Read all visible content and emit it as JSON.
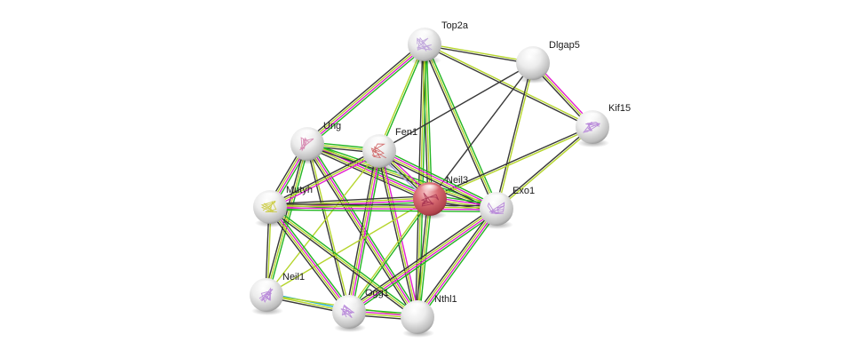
{
  "diagram": {
    "type": "protein-interaction-network",
    "focus_node": "Neil3",
    "edge_colors": {
      "experiments": "#e21fd0",
      "databases": "#1fb1d3",
      "textmining": "#b5d52b",
      "coexpression": "#383838",
      "neighborhood": "#22b522",
      "homology": "#a9a3e6"
    },
    "node_colors": {
      "query": "#d0585f",
      "default": "#e6e6e6"
    },
    "nodes": [
      {
        "id": "Top2a",
        "label": "Top2a",
        "query": false,
        "structure_color": "#b99bd8"
      },
      {
        "id": "Dlgap5",
        "label": "Dlgap5",
        "query": false,
        "structure_color": null
      },
      {
        "id": "Kif15",
        "label": "Kif15",
        "query": false,
        "structure_color": "#b07ad6"
      },
      {
        "id": "Ung",
        "label": "Ung",
        "query": false,
        "structure_color": "#d27aa8"
      },
      {
        "id": "Fen1",
        "label": "Fen1",
        "query": false,
        "structure_color": "#cc5a5a"
      },
      {
        "id": "Neil3",
        "label": "Neil3",
        "query": true,
        "structure_color": "#a3304f"
      },
      {
        "id": "Exo1",
        "label": "Exo1",
        "query": false,
        "structure_color": "#b07ad6"
      },
      {
        "id": "Mutyh",
        "label": "Mutyh",
        "query": false,
        "structure_color": "#c8c832"
      },
      {
        "id": "Neil1",
        "label": "Neil1",
        "query": false,
        "structure_color": "#b07ad6"
      },
      {
        "id": "Ogg1",
        "label": "Ogg1",
        "query": false,
        "structure_color": "#b07ad6"
      },
      {
        "id": "Nthl1",
        "label": "Nthl1",
        "query": false,
        "structure_color": null
      }
    ],
    "edges": [
      {
        "source": "Top2a",
        "target": "Dlgap5",
        "evidence": [
          "textmining",
          "coexpression"
        ]
      },
      {
        "source": "Top2a",
        "target": "Kif15",
        "evidence": [
          "textmining",
          "coexpression"
        ]
      },
      {
        "source": "Top2a",
        "target": "Ung",
        "evidence": [
          "textmining",
          "coexpression",
          "experiments",
          "neighborhood"
        ]
      },
      {
        "source": "Top2a",
        "target": "Fen1",
        "evidence": [
          "textmining",
          "neighborhood"
        ]
      },
      {
        "source": "Top2a",
        "target": "Neil3",
        "evidence": [
          "textmining",
          "coexpression",
          "neighborhood"
        ]
      },
      {
        "source": "Top2a",
        "target": "Exo1",
        "evidence": [
          "textmining",
          "coexpression",
          "neighborhood"
        ]
      },
      {
        "source": "Top2a",
        "target": "Nthl1",
        "evidence": [
          "textmining",
          "coexpression",
          "neighborhood"
        ]
      },
      {
        "source": "Dlgap5",
        "target": "Kif15",
        "evidence": [
          "experiments",
          "textmining",
          "coexpression"
        ]
      },
      {
        "source": "Dlgap5",
        "target": "Fen1",
        "evidence": [
          "coexpression"
        ]
      },
      {
        "source": "Dlgap5",
        "target": "Neil3",
        "evidence": [
          "coexpression"
        ]
      },
      {
        "source": "Dlgap5",
        "target": "Exo1",
        "evidence": [
          "textmining",
          "coexpression"
        ]
      },
      {
        "source": "Kif15",
        "target": "Exo1",
        "evidence": [
          "textmining",
          "coexpression"
        ]
      },
      {
        "source": "Kif15",
        "target": "Neil3",
        "evidence": [
          "textmining",
          "coexpression"
        ]
      },
      {
        "source": "Ung",
        "target": "Fen1",
        "evidence": [
          "textmining",
          "coexpression",
          "neighborhood"
        ]
      },
      {
        "source": "Ung",
        "target": "Neil3",
        "evidence": [
          "textmining",
          "experiments",
          "coexpression",
          "neighborhood"
        ]
      },
      {
        "source": "Ung",
        "target": "Exo1",
        "evidence": [
          "textmining",
          "coexpression",
          "neighborhood"
        ]
      },
      {
        "source": "Ung",
        "target": "Mutyh",
        "evidence": [
          "textmining",
          "experiments",
          "coexpression",
          "neighborhood"
        ]
      },
      {
        "source": "Ung",
        "target": "Neil1",
        "evidence": [
          "textmining",
          "coexpression",
          "neighborhood"
        ]
      },
      {
        "source": "Ung",
        "target": "Ogg1",
        "evidence": [
          "textmining",
          "coexpression"
        ]
      },
      {
        "source": "Ung",
        "target": "Nthl1",
        "evidence": [
          "textmining",
          "experiments",
          "coexpression",
          "neighborhood"
        ]
      },
      {
        "source": "Fen1",
        "target": "Neil3",
        "evidence": [
          "textmining",
          "experiments",
          "coexpression",
          "homology"
        ]
      },
      {
        "source": "Fen1",
        "target": "Exo1",
        "evidence": [
          "textmining",
          "experiments",
          "coexpression",
          "neighborhood"
        ]
      },
      {
        "source": "Fen1",
        "target": "Mutyh",
        "evidence": [
          "textmining",
          "experiments",
          "coexpression"
        ]
      },
      {
        "source": "Fen1",
        "target": "Ogg1",
        "evidence": [
          "textmining",
          "experiments",
          "coexpression",
          "neighborhood"
        ]
      },
      {
        "source": "Fen1",
        "target": "Nthl1",
        "evidence": [
          "textmining",
          "experiments",
          "coexpression"
        ]
      },
      {
        "source": "Fen1",
        "target": "Neil1",
        "evidence": [
          "textmining"
        ]
      },
      {
        "source": "Neil3",
        "target": "Exo1",
        "evidence": [
          "textmining",
          "experiments",
          "coexpression",
          "neighborhood",
          "homology"
        ]
      },
      {
        "source": "Neil3",
        "target": "Mutyh",
        "evidence": [
          "textmining",
          "experiments",
          "coexpression",
          "neighborhood"
        ]
      },
      {
        "source": "Neil3",
        "target": "Ogg1",
        "evidence": [
          "textmining",
          "neighborhood"
        ]
      },
      {
        "source": "Neil3",
        "target": "Nthl1",
        "evidence": [
          "textmining",
          "coexpression",
          "neighborhood"
        ]
      },
      {
        "source": "Neil3",
        "target": "Neil1",
        "evidence": [
          "textmining"
        ]
      },
      {
        "source": "Exo1",
        "target": "Mutyh",
        "evidence": [
          "textmining",
          "experiments",
          "coexpression",
          "neighborhood"
        ]
      },
      {
        "source": "Exo1",
        "target": "Ogg1",
        "evidence": [
          "textmining",
          "experiments",
          "coexpression",
          "neighborhood"
        ]
      },
      {
        "source": "Exo1",
        "target": "Nthl1",
        "evidence": [
          "textmining",
          "experiments",
          "coexpression",
          "neighborhood"
        ]
      },
      {
        "source": "Mutyh",
        "target": "Neil1",
        "evidence": [
          "textmining",
          "coexpression"
        ]
      },
      {
        "source": "Mutyh",
        "target": "Ogg1",
        "evidence": [
          "textmining",
          "experiments",
          "coexpression",
          "neighborhood"
        ]
      },
      {
        "source": "Mutyh",
        "target": "Nthl1",
        "evidence": [
          "textmining",
          "coexpression",
          "neighborhood"
        ]
      },
      {
        "source": "Neil1",
        "target": "Ogg1",
        "evidence": [
          "textmining",
          "coexpression",
          "databases"
        ]
      },
      {
        "source": "Neil1",
        "target": "Nthl1",
        "evidence": [
          "textmining"
        ]
      },
      {
        "source": "Ogg1",
        "target": "Nthl1",
        "evidence": [
          "textmining",
          "experiments",
          "coexpression",
          "neighborhood"
        ]
      }
    ]
  }
}
